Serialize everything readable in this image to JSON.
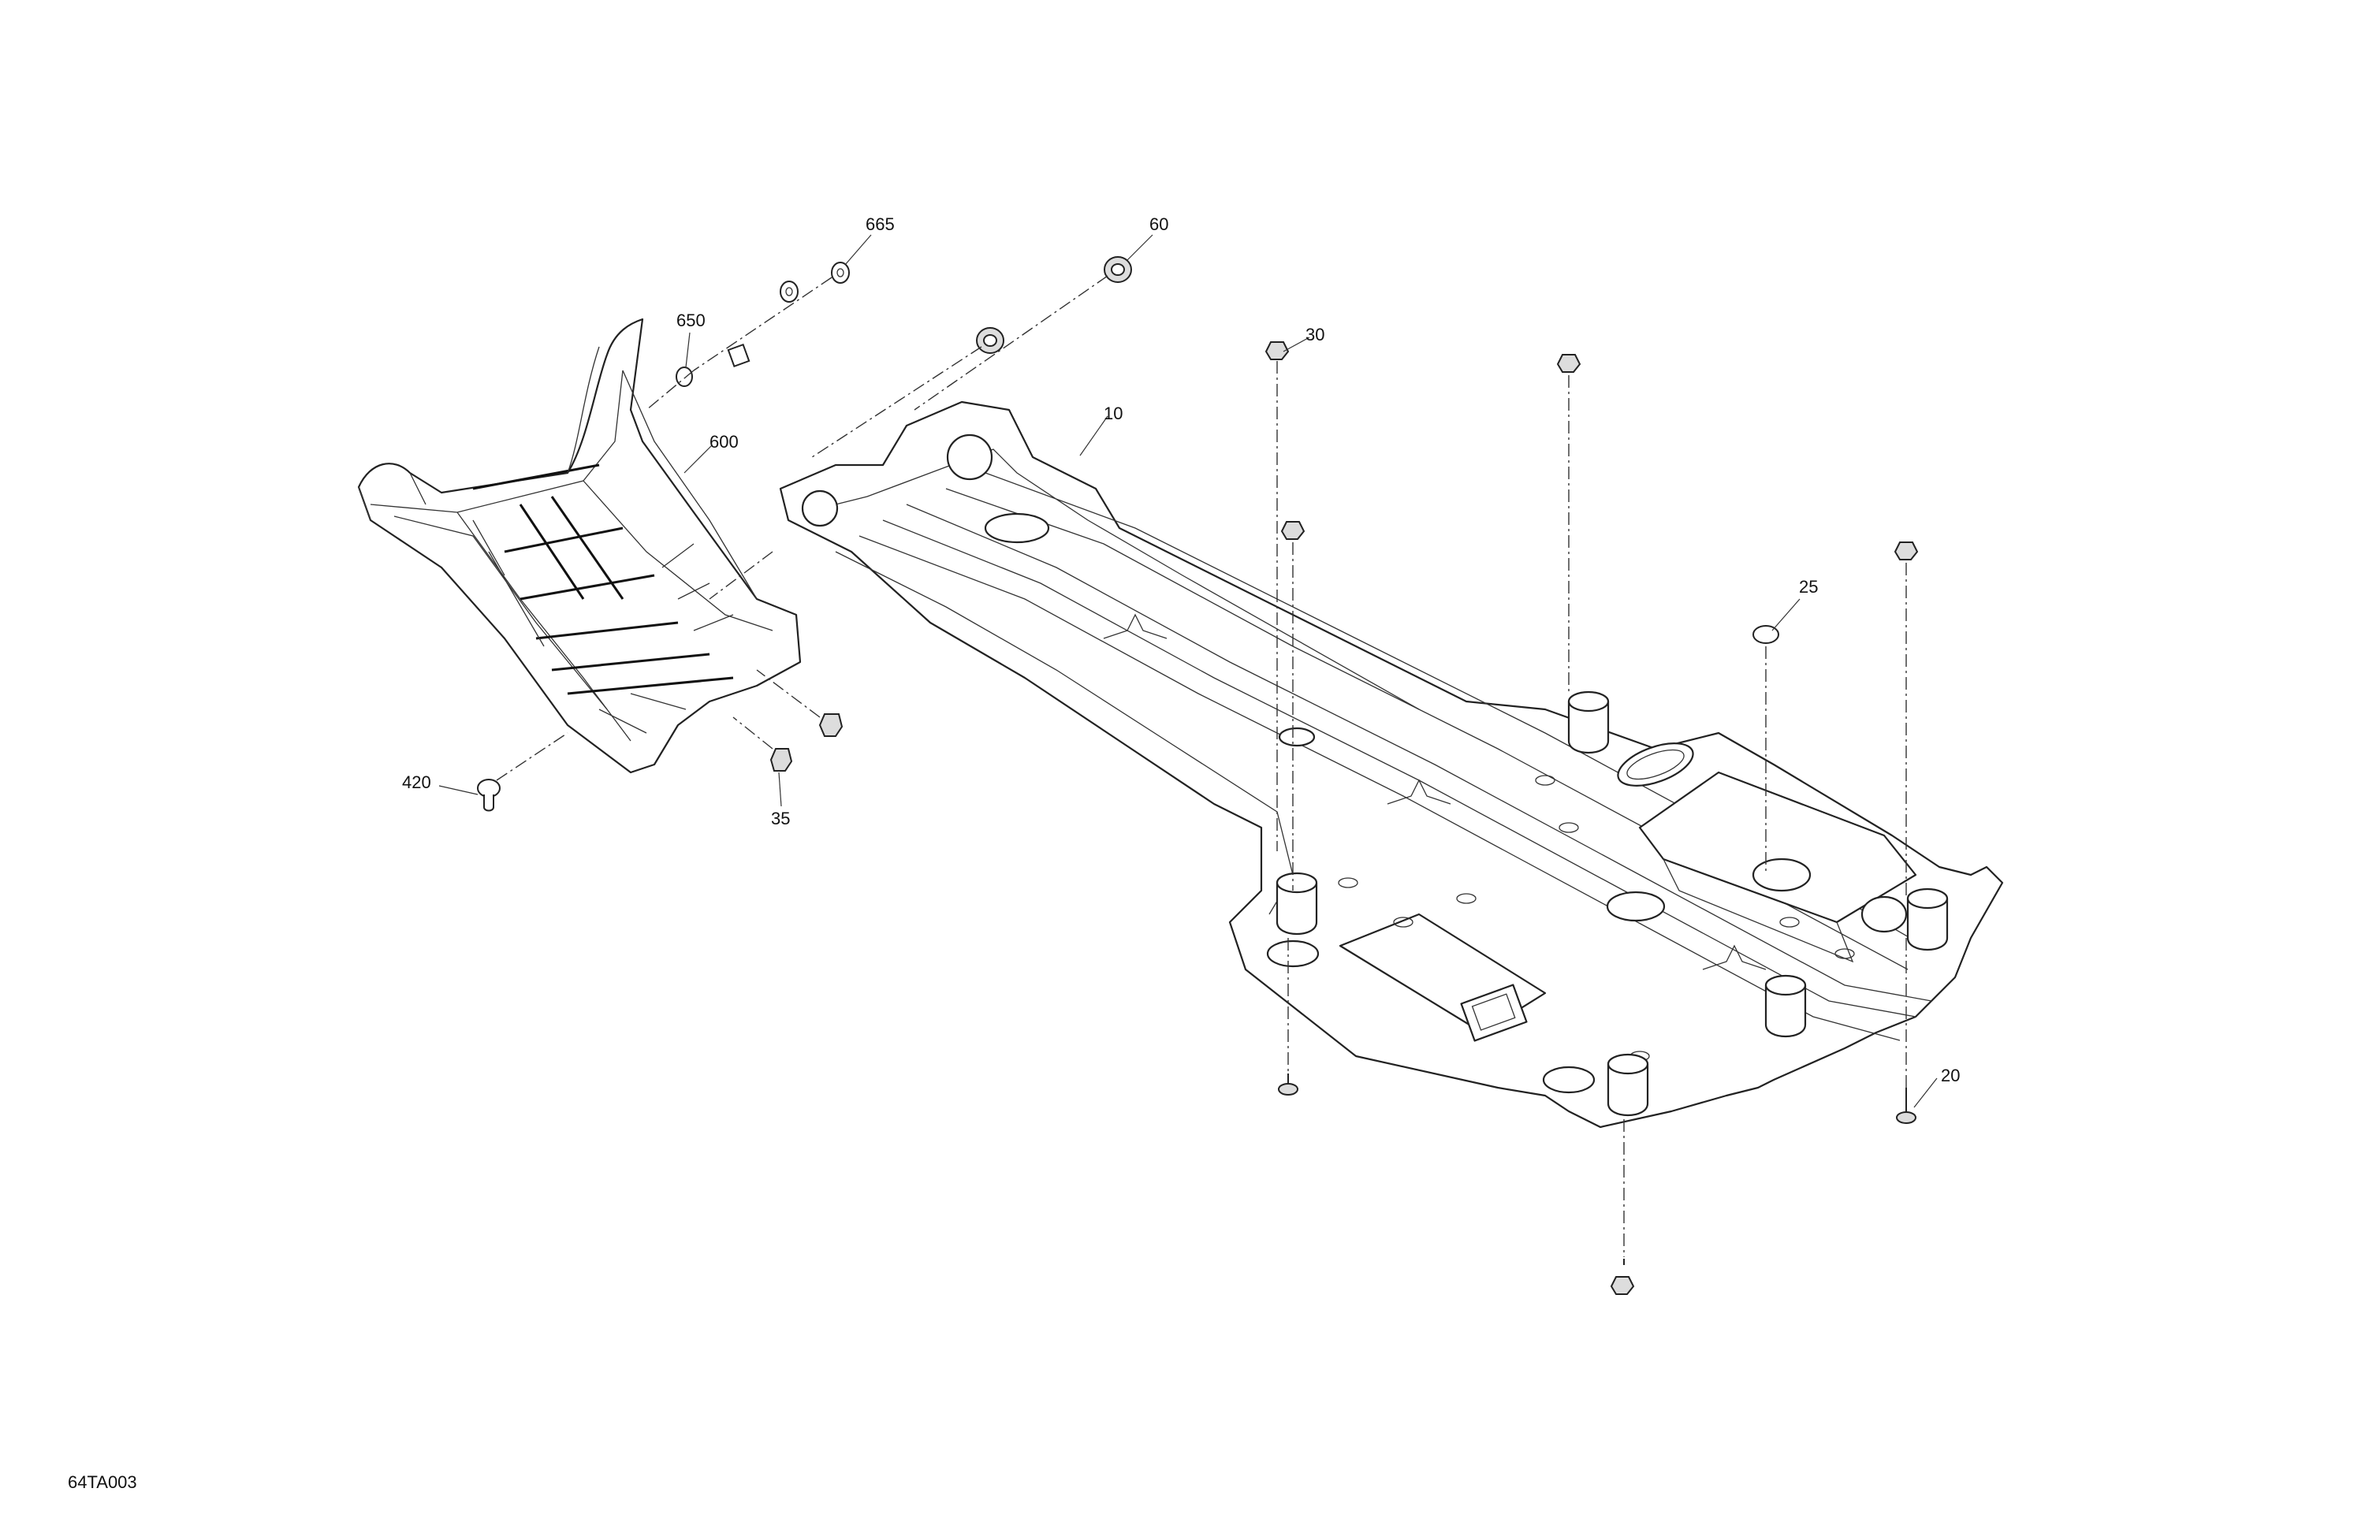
{
  "diagram_code": "64TA003",
  "callouts": [
    {
      "id": "c665",
      "text": "665"
    },
    {
      "id": "c60",
      "text": "60"
    },
    {
      "id": "c650",
      "text": "650"
    },
    {
      "id": "c600",
      "text": "600"
    },
    {
      "id": "c30",
      "text": "30"
    },
    {
      "id": "c10",
      "text": "10"
    },
    {
      "id": "c25",
      "text": "25"
    },
    {
      "id": "c420",
      "text": "420"
    },
    {
      "id": "c35",
      "text": "35"
    },
    {
      "id": "c20",
      "text": "20"
    }
  ]
}
